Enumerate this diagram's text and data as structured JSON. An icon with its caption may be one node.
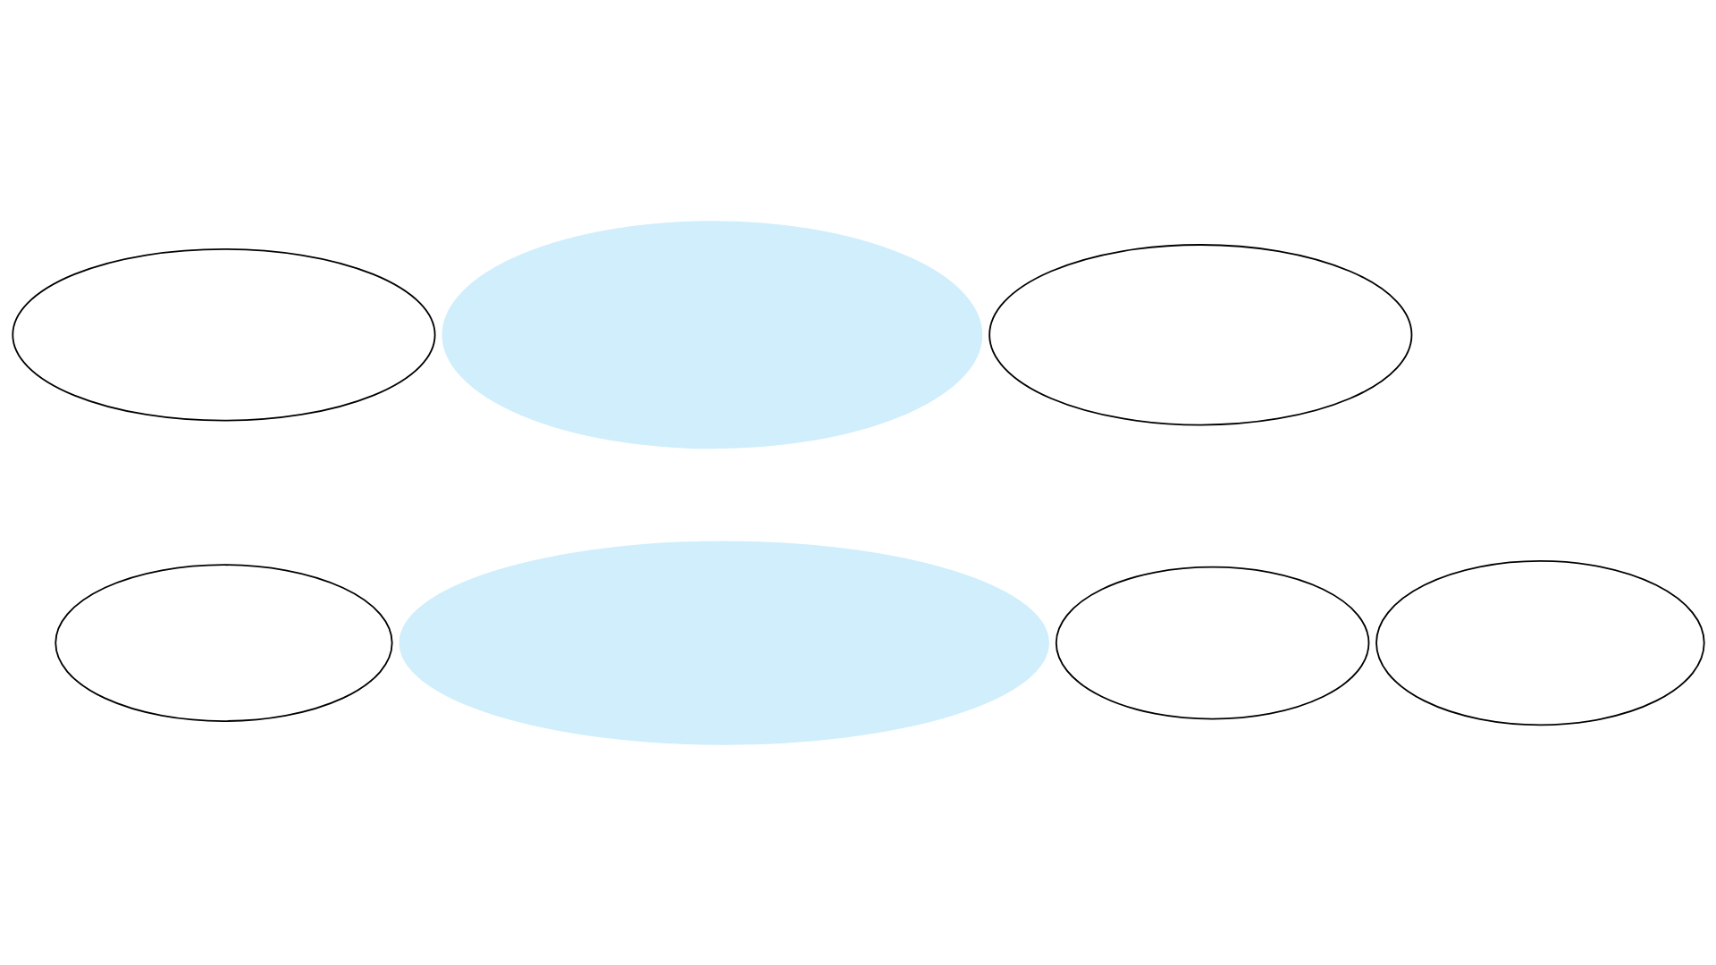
{
  "diagram": {
    "nodes": [
      {
        "text": [],
        "shape": "ellipse"
      },
      {
        "text": [],
        "shape": "ellipse"
      },
      {
        "text": [],
        "shape": "ellipse"
      },
      {
        "text": [],
        "shape": "ellipse"
      },
      {
        "text": [],
        "shape": "ellipse"
      },
      {
        "text": [],
        "shape": "ellipse"
      },
      {
        "text": [],
        "shape": "ellipse"
      }
    ]
  }
}
